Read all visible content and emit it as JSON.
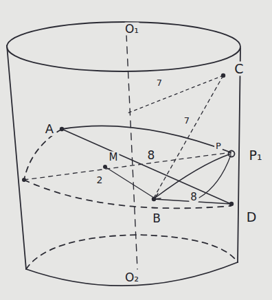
{
  "diagram": {
    "labels": [
      "O₁",
      "C",
      "7",
      "7",
      "A",
      "M",
      "2",
      "8",
      "P",
      "P₁",
      "B",
      "8",
      "D",
      "O₂"
    ]
  }
}
